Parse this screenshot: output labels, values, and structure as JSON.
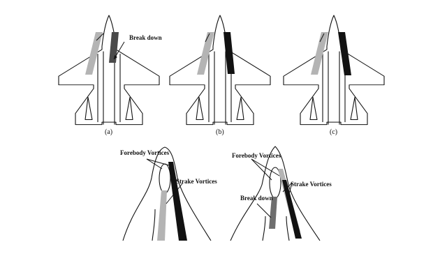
{
  "labels": {
    "break_down_top": "Break down",
    "caption_a": "(a)",
    "caption_b": "(b)",
    "caption_c": "(c)",
    "forebody_left": "Forebody Vortices",
    "strake_left": "Strake Vortices",
    "forebody_right": "Forebody Vortices",
    "strake_right": "Strake Vortices",
    "break_down_right": "Break down"
  },
  "colors": {
    "light_vortex": "#b4b4b4",
    "dark_vortex": "#121212",
    "mid_vortex": "#6e6e6e",
    "outline": "#111111"
  }
}
